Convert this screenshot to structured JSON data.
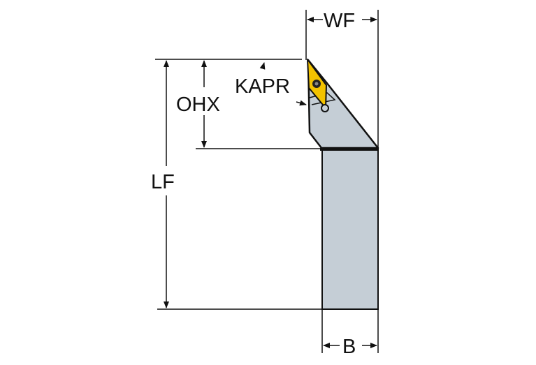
{
  "labels": {
    "wf": "WF",
    "kapr": "KAPR",
    "ohx": "OHX",
    "lf": "LF",
    "b": "B"
  },
  "colors": {
    "tool_body": "#c5ced6",
    "insert": "#f2c200",
    "line": "#111111"
  }
}
